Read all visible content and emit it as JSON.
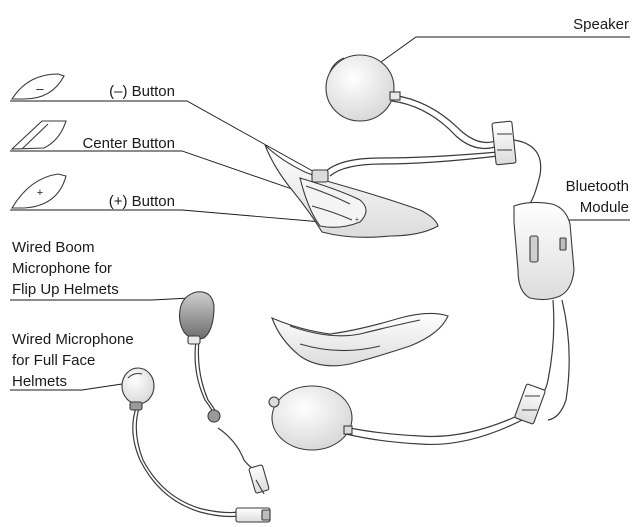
{
  "labels": {
    "speaker": "Speaker",
    "minus_button": "(–) Button",
    "center_button": "Center Button",
    "plus_button": "(+) Button",
    "bluetooth_module": "Bluetooth\nModule",
    "wired_boom_mic": "Wired Boom\nMicrophone for\nFlip Up Helmets",
    "wired_mic": "Wired Microphone\nfor Full Face\nHelmets"
  },
  "icons": {
    "minus_glyph": "–",
    "plus_glyph": "+"
  }
}
